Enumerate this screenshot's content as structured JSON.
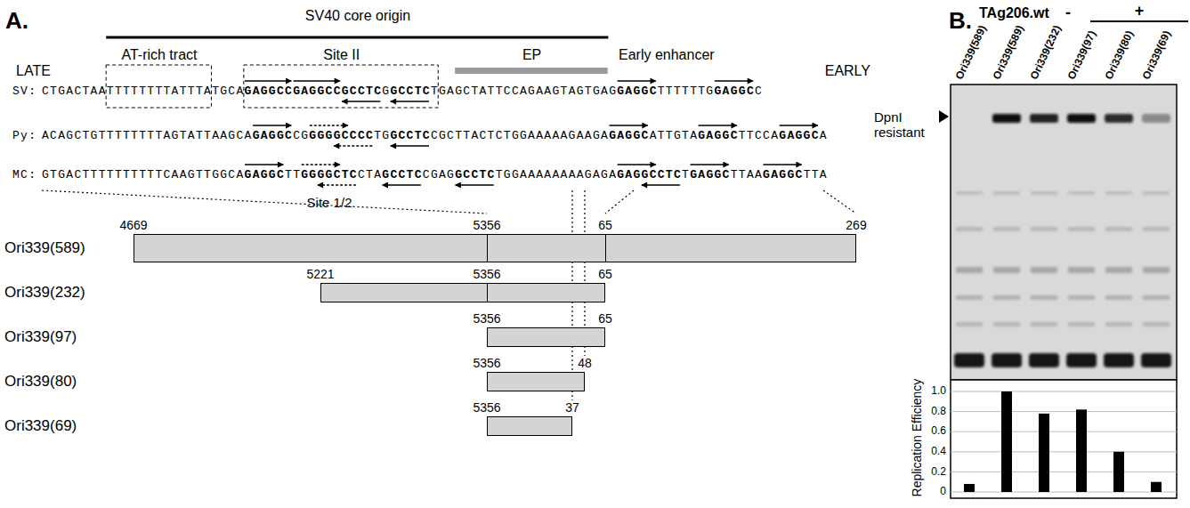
{
  "diagram": {
    "nodes": [
      {
        "text": [
          "Ori339(589)",
          "4669",
          "5356",
          "65",
          "269"
        ]
      },
      {
        "text": [
          "Ori339(232)",
          "5221",
          "5356",
          "65"
        ]
      },
      {
        "text": [
          "Ori339(97)",
          "5356",
          "65"
        ]
      },
      {
        "text": [
          "Ori339(80)",
          "5356",
          "48"
        ]
      },
      {
        "text": [
          "Ori339(69)",
          "5356",
          "37"
        ]
      }
    ],
    "labels": [
      "A.",
      "SV40 core origin",
      "AT-rich tract",
      "Site II",
      "EP",
      "Early enhancer",
      "LATE",
      "EARLY",
      "SV:",
      "CTGACTAATTTTTTTTATTTATGCAGAGGCCGAGGCCGCCTCGGCCTCTGAGCTATTCCAGAAGTAGTGAGGAGGCTTTTTTGGAGGCC",
      "Py:",
      "ACAGCTGTTTTTTTTAGTATTAAGCAGAGGCCGGGGGCCCCTGGCCTCCGCTTACTCTGGAAAAAGAAGAGAGGCATTGTAGAGGCTTCCAGAGGCA",
      "MC:",
      "GTGACTTTTTTTTTTCAAGTTGGCAGAGGCTTGGGGCTCCTAGCCTCCGAGGCCTCTGGAAAAAAAAGAGAGAGGCCTCTGAGGCTTAAGAGGCTTA",
      "Site 1/2",
      "B.",
      "TAg206.wt",
      "-",
      "+",
      "Ori339(589)",
      "Ori339(589)",
      "Ori339(232)",
      "Ori339(97)",
      "Ori339(80)",
      "Ori339(69)",
      "DpnI resistant",
      "Replication Efficiency",
      "1.0",
      "0.8",
      "0.6",
      "0.4",
      "0.2",
      "0"
    ]
  }
}
